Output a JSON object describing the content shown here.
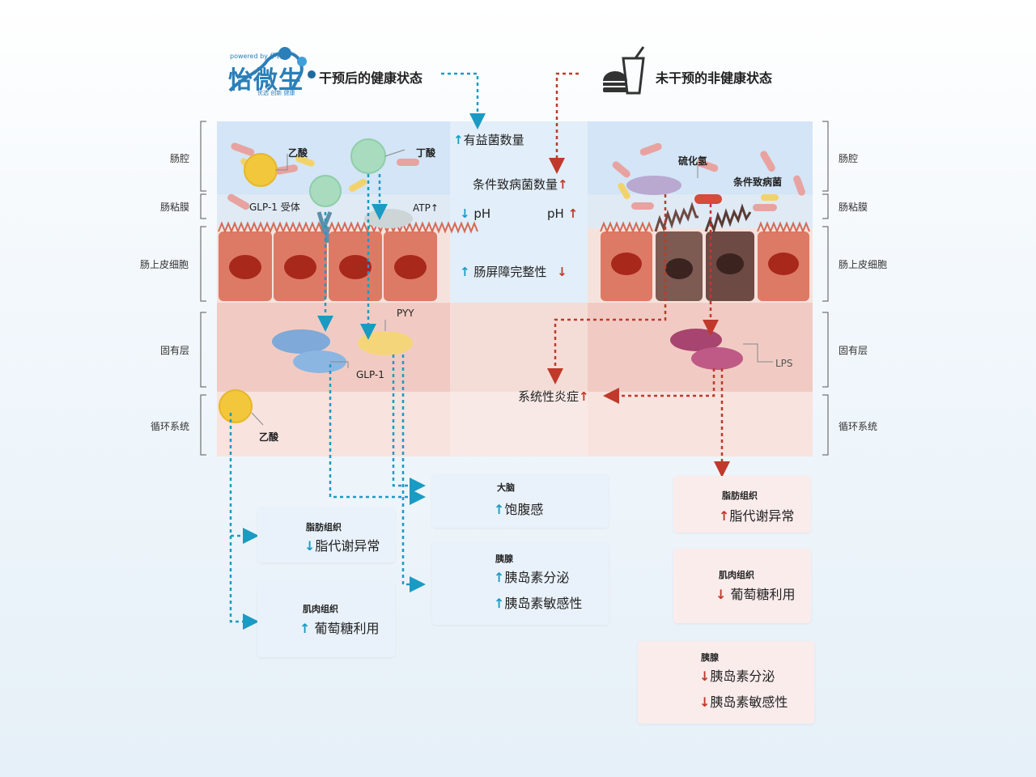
{
  "header": {
    "logo_powered": "powered by 伊利",
    "logo_name": "怡微生",
    "logo_tagline": "优选 创新 健康",
    "left_title": "干预后的健康状态",
    "right_title": "未干预的非健康状态"
  },
  "zones_left": [
    "肠腔",
    "肠粘膜",
    "肠上皮细胞",
    "固有层",
    "循环系统"
  ],
  "zones_right": [
    "肠腔",
    "肠粘膜",
    "肠上皮细胞",
    "固有层",
    "循环系统"
  ],
  "center": {
    "beneficial": "有益菌数量",
    "pathogen": "条件致病菌数量",
    "ph_left": "pH",
    "ph_right": "pH",
    "barrier": "肠屏障完整性",
    "inflammation": "系统性炎症"
  },
  "left_labels": {
    "acetate": "乙酸",
    "butyrate": "丁酸",
    "glp1_receptor": "GLP-1 受体",
    "atp": "ATP↑",
    "pyy": "PYY",
    "glp1": "GLP-1",
    "acetate_circ": "乙酸"
  },
  "right_labels": {
    "h2s": "硫化氢",
    "pathogen": "条件致病菌",
    "lps": "LPS"
  },
  "arrows": {
    "up": "↑",
    "down": "↓"
  },
  "cards_left": {
    "brain": {
      "title": "大脑",
      "line1": "饱腹感"
    },
    "fat": {
      "title": "脂肪组织",
      "line1": "脂代谢异常"
    },
    "pancreas": {
      "title": "胰腺",
      "line1": "胰岛素分泌",
      "line2": "胰岛素敏感性"
    },
    "muscle": {
      "title": "肌肉组织",
      "line1": "葡萄糖利用"
    }
  },
  "cards_right": {
    "fat": {
      "title": "脂肪组织",
      "line1": "脂代谢异常"
    },
    "muscle": {
      "title": "肌肉组织",
      "line1": "葡萄糖利用"
    },
    "pancreas": {
      "title": "胰腺",
      "line1": "胰岛素分泌",
      "line2": "胰岛素敏感性"
    }
  },
  "colors": {
    "teal": "#1a9bc4",
    "red": "#c0392b",
    "lumen": "#d6e7f6",
    "cell": "#e07f6c",
    "lamina": "#f1c7bf",
    "circulation": "#f7e1de"
  }
}
